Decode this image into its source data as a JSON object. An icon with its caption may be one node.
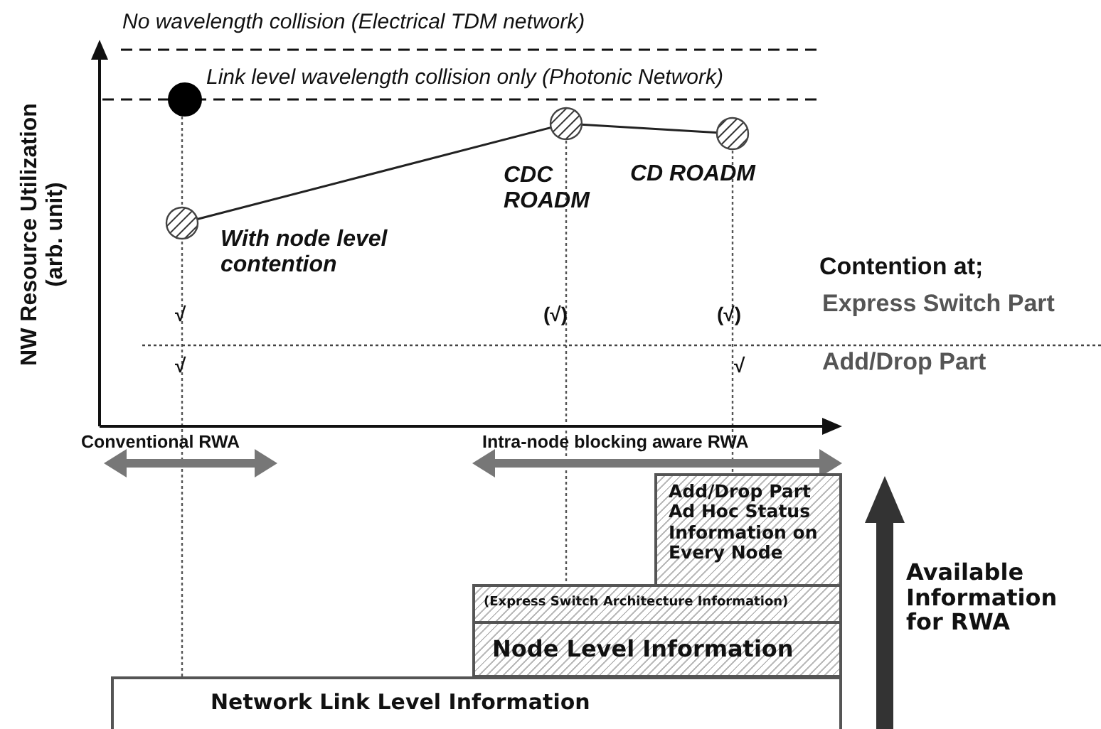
{
  "diagram": {
    "nodes": [
      {
        "text": [
          "Add/Drop Part Ad Hoc Status Information on Every Node"
        ]
      },
      {
        "text": [
          "(Express Switch Architecture Information)"
        ]
      },
      {
        "text": [
          "Node Level Information"
        ]
      },
      {
        "text": [
          "Network Link Level Information"
        ]
      }
    ],
    "edges": [],
    "labels": [
      "No wavelength collision (Electrical TDM network)",
      "Link level wavelength collision only (Photonic Network)",
      "NW Resource Utilization (arb. unit)",
      "CDC ROADM",
      "CD ROADM",
      "With node level contention",
      "Contention at;",
      "√",
      "(√)",
      "(√)",
      "Express Switch Part",
      "√",
      "√",
      "Add/Drop Part",
      "Conventional RWA",
      "Intra-node blocking aware RWA",
      "Available Information for RWA"
    ]
  }
}
